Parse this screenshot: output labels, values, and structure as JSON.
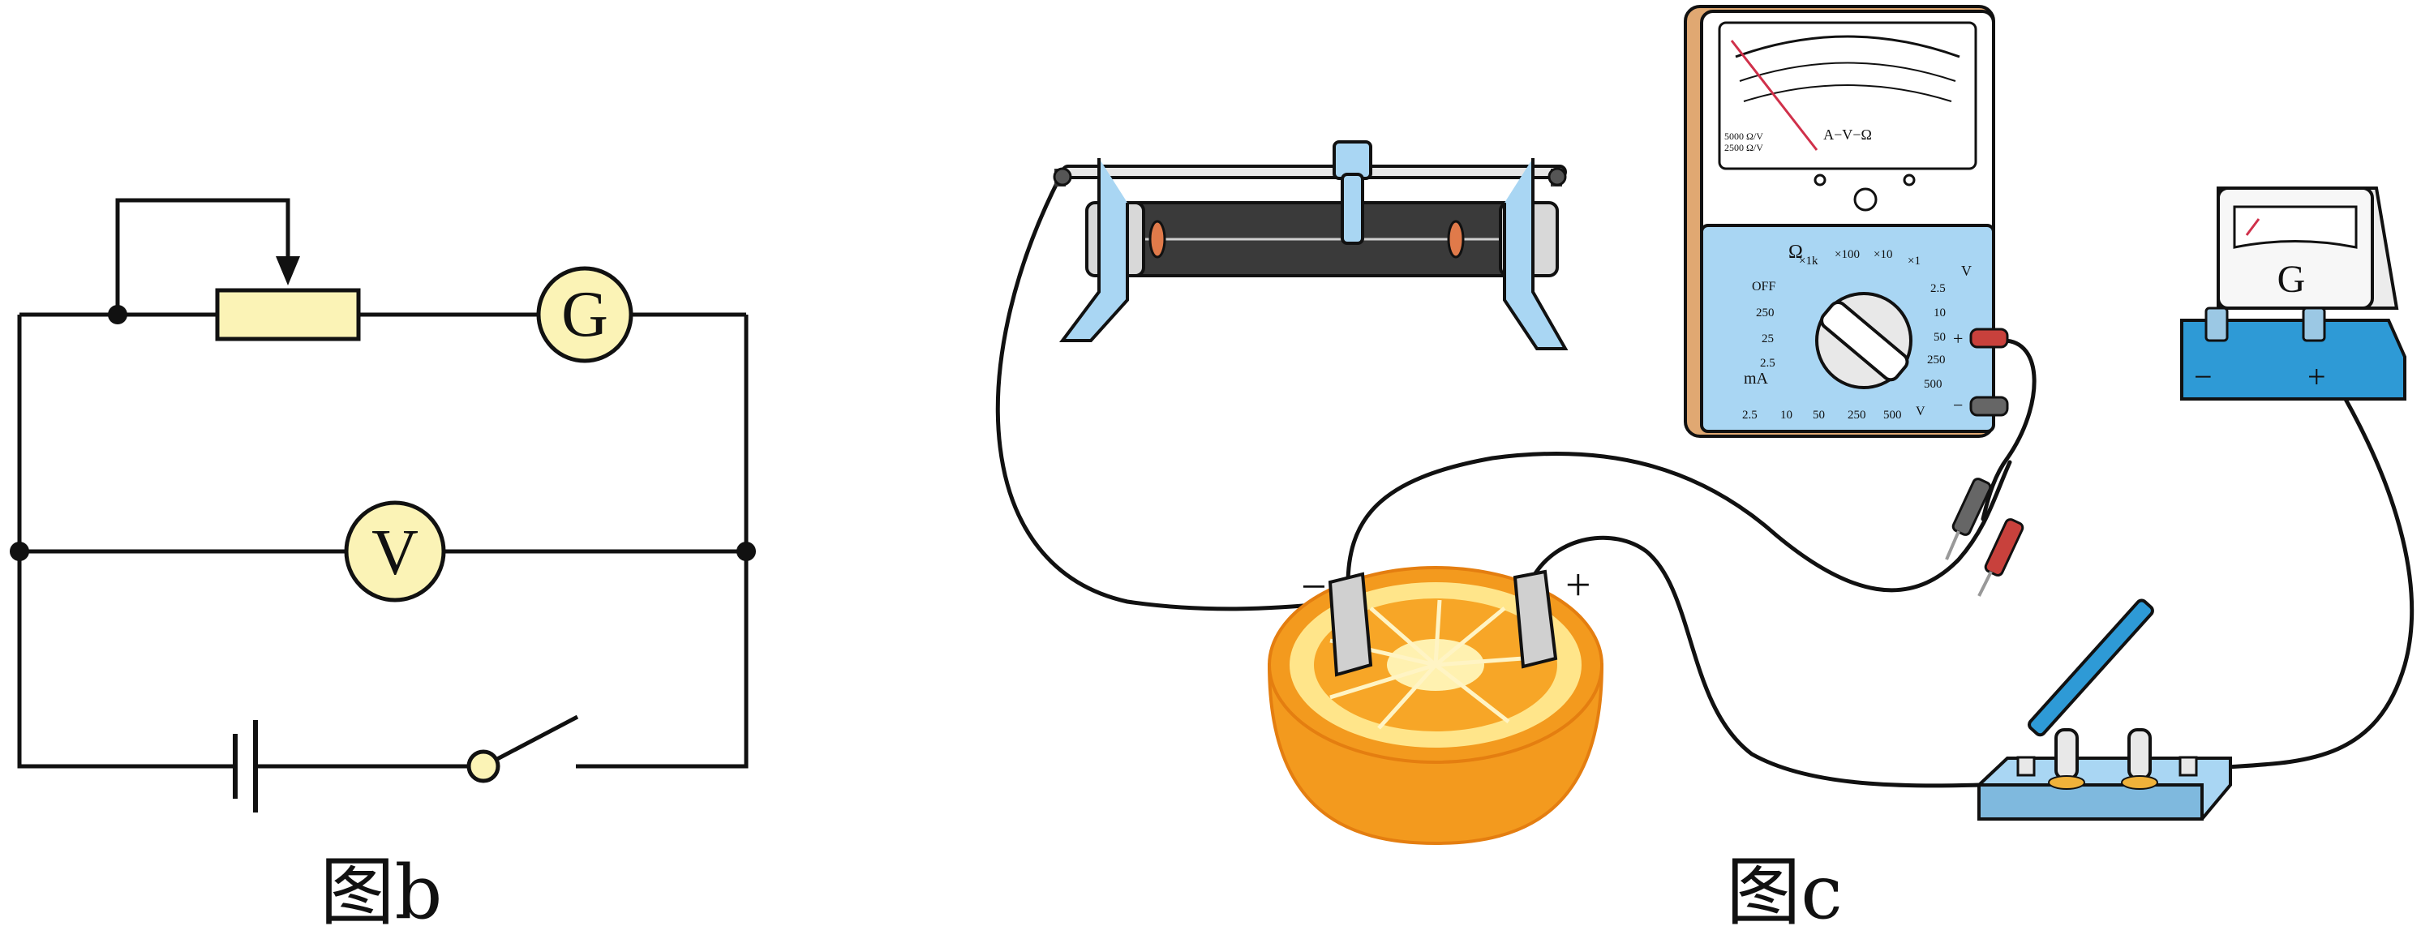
{
  "figure_b": {
    "caption": "图b",
    "galvanometer_symbol": "G",
    "voltmeter_symbol": "V"
  },
  "figure_c": {
    "caption": "图c",
    "electrode_negative": "−",
    "electrode_positive": "+",
    "multimeter": {
      "scale_label": "A−V−Ω",
      "ohm_label": "Ω",
      "ma_label": "mA",
      "v_label": "V",
      "off_label": "OFF",
      "left_dial_values": [
        "250",
        "25",
        "2.5"
      ],
      "right_dial_values": [
        "2.5",
        "10",
        "50",
        "250",
        "500"
      ],
      "bottom_dial_values": [
        "2.5",
        "10",
        "50",
        "250",
        "500"
      ],
      "ohm_ranges": [
        "×1k",
        "×100",
        "×10",
        "×1"
      ],
      "spec_lines": [
        "5000 Ω/V",
        "2500 Ω/V"
      ],
      "terminal_plus": "+",
      "terminal_minus": "−"
    },
    "galvanometer": {
      "letter": "G",
      "terminal_minus": "−",
      "terminal_plus": "+"
    }
  },
  "colors": {
    "component_fill": "#FBF3B6",
    "orange": "#F39A1E",
    "meter_blue": "#A9D6F3",
    "device_blue": "#2E9AD6",
    "wire": "#111111"
  }
}
